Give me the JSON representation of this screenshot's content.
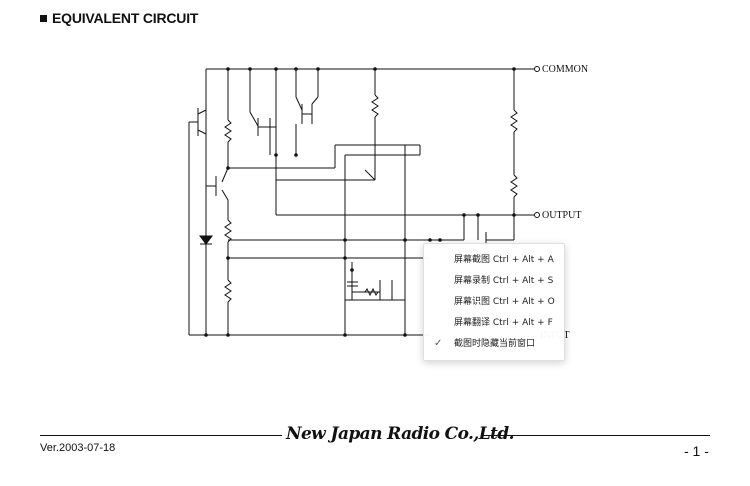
{
  "document": {
    "heading": "EQUIVALENT CIRCUIT",
    "pins": {
      "common": "COMMON",
      "output": "OUTPUT",
      "input": "INPUT"
    },
    "footer": {
      "company": "New Japan Radio Co.,Ltd.",
      "version": "Ver.2003-07-18",
      "page_number": "- 1 -"
    }
  },
  "context_menu": {
    "items": [
      {
        "label": "屏幕截图 Ctrl + Alt + A"
      },
      {
        "label": "屏幕录制 Ctrl + Alt + S"
      },
      {
        "label": "屏幕识图 Ctrl + Alt + O"
      },
      {
        "label": "屏幕翻译 Ctrl + Alt + F"
      },
      {
        "label": "截图时隐藏当前窗口",
        "checked": true
      }
    ]
  }
}
